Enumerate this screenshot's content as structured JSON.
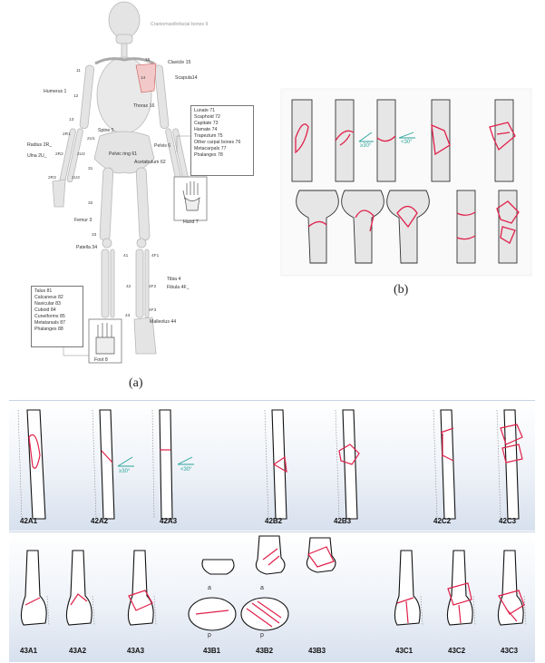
{
  "skeleton": {
    "cranio": "Craniomaxillofacial bones 9",
    "clavicle": "Clavicle 15",
    "scapula": "Scapula14",
    "humerus": "Humerus 1",
    "thorax": "Thorax 16",
    "spine": "Spine 5",
    "pelvis": "Pelvis 6",
    "pelvic_ring": "Pelvic ring 61",
    "acetabulum": "Acetabulum 62",
    "radius": "Radius 2R_",
    "ulna": "Ulna 2U_",
    "femur": "Femur 3",
    "patella": "Patella 34",
    "tibia": "Tibia 4",
    "fibula": "Fibula 4F_",
    "malleolus": "Malleolus 44",
    "hand": "Hand 7",
    "foot": "Foot 8",
    "codes": [
      "11",
      "12",
      "13",
      "14",
      "15",
      "2R1",
      "2U1",
      "2R2",
      "2U2",
      "2R3",
      "2U3",
      "31",
      "32",
      "33",
      "41",
      "42",
      "43",
      "4F1",
      "4F2",
      "4F3"
    ],
    "hand_box": [
      "Lunate 71",
      "Scaphoid 72",
      "Capitate 73",
      "Hamate 74",
      "Trapezium 75",
      "Other carpal bones 76",
      "Metacarpals 77",
      "Phalanges 78"
    ],
    "foot_box": [
      "Talus 81",
      "Calcaneus 82",
      "Navicular 83",
      "Cuboid 84",
      "Cuneiforms 85",
      "Metatarsals 87",
      "Phalanges 88"
    ]
  },
  "captions": {
    "a": "(a)",
    "b": "(b)"
  },
  "angles": {
    "ge30": "≥30°",
    "lt30": "<30°"
  },
  "row1_labels": [
    "42A1",
    "42A2",
    "42A3",
    "42B2",
    "42B3",
    "42C2",
    "42C3"
  ],
  "row2_labels": [
    "43A1",
    "43A2",
    "43A3",
    "43B1",
    "43B2",
    "43B3",
    "43C1",
    "43C2",
    "43C3"
  ],
  "ap": {
    "a": "a",
    "p": "p"
  },
  "colors": {
    "fracture": "#e0204a",
    "angle": "#2aa39a",
    "bone": "#e6e6e6",
    "outline": "#222222"
  }
}
